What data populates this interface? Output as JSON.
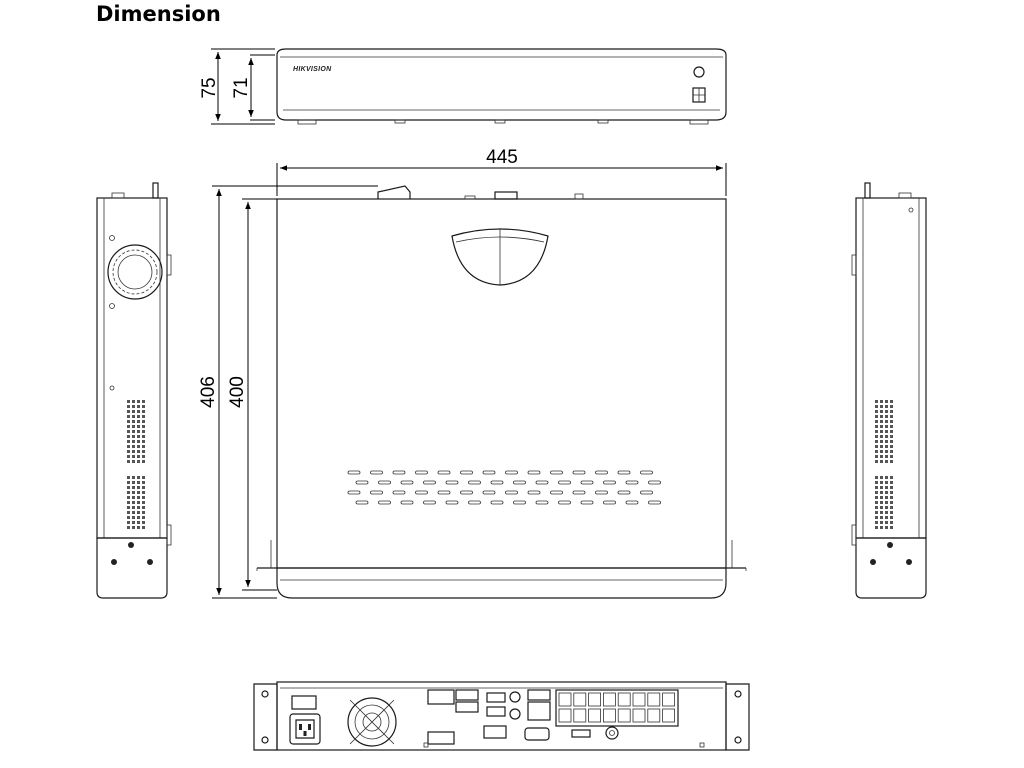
{
  "title": "Dimension",
  "brand": "HIKVISION",
  "dimensions": {
    "height_outer": "75",
    "height_inner": "71",
    "width": "445",
    "depth_outer": "406",
    "depth_inner": "400"
  },
  "vents": {
    "rows": 4,
    "cols": 14
  },
  "rear_ports": {
    "poe_ports": 16
  }
}
